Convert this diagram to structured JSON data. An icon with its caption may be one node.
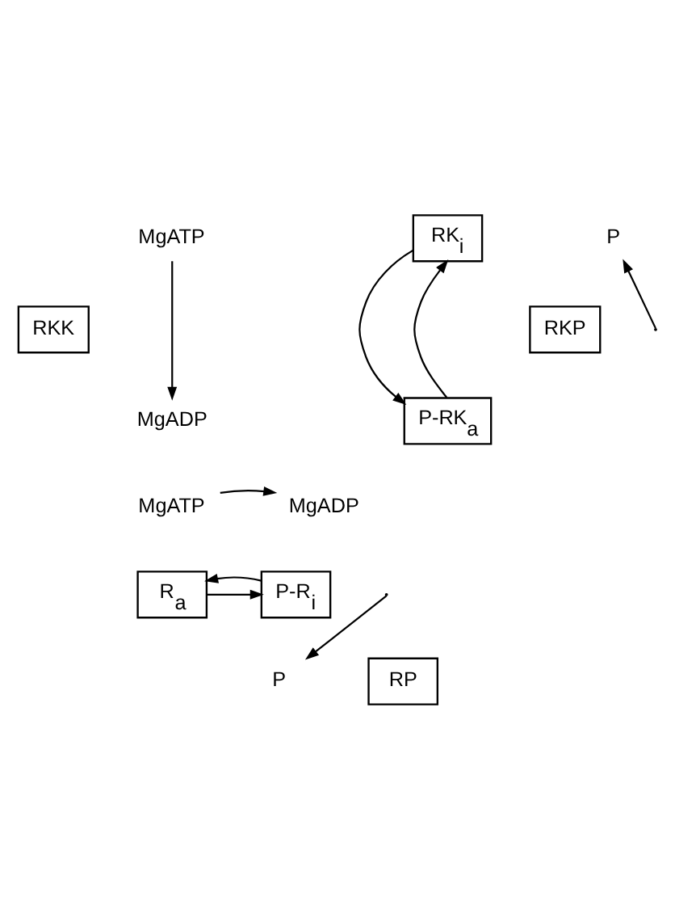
{
  "diagram": {
    "nodes": [
      {
        "text": [
          "RK$_{i}$"
        ]
      },
      {
        "text": [
          "MgATP"
        ]
      },
      {
        "text": [
          "P"
        ]
      },
      {
        "text": [
          "RKK"
        ]
      },
      {
        "text": [
          "RKP"
        ]
      },
      {
        "text": [
          "MgADP"
        ]
      },
      {
        "text": [
          "P-RK$_{a}$"
        ]
      },
      {
        "text": [
          "MgATP"
        ]
      },
      {
        "text": [
          "MgADP"
        ]
      },
      {
        "text": [
          "R$_{a}$"
        ]
      },
      {
        "text": [
          "P-R$_{i}$"
        ]
      },
      {
        "text": [
          "P"
        ]
      },
      {
        "text": [
          "RP"
        ]
      }
    ],
    "edges": [
      {
        "from": 0,
        "to": 6,
        "arrow": "to"
      },
      {
        "from": 6,
        "to": 0,
        "arrow": "to"
      },
      {
        "from": 1,
        "to": 5,
        "arrow": "to"
      },
      {
        "from": null,
        "to": 2,
        "arrow": "to"
      },
      {
        "from": 7,
        "to": 8,
        "arrow": "to"
      },
      {
        "from": 9,
        "to": 10,
        "arrow": "to"
      },
      {
        "from": 10,
        "to": 9,
        "arrow": "to"
      },
      {
        "from": null,
        "to": 11,
        "arrow": "to"
      }
    ]
  }
}
